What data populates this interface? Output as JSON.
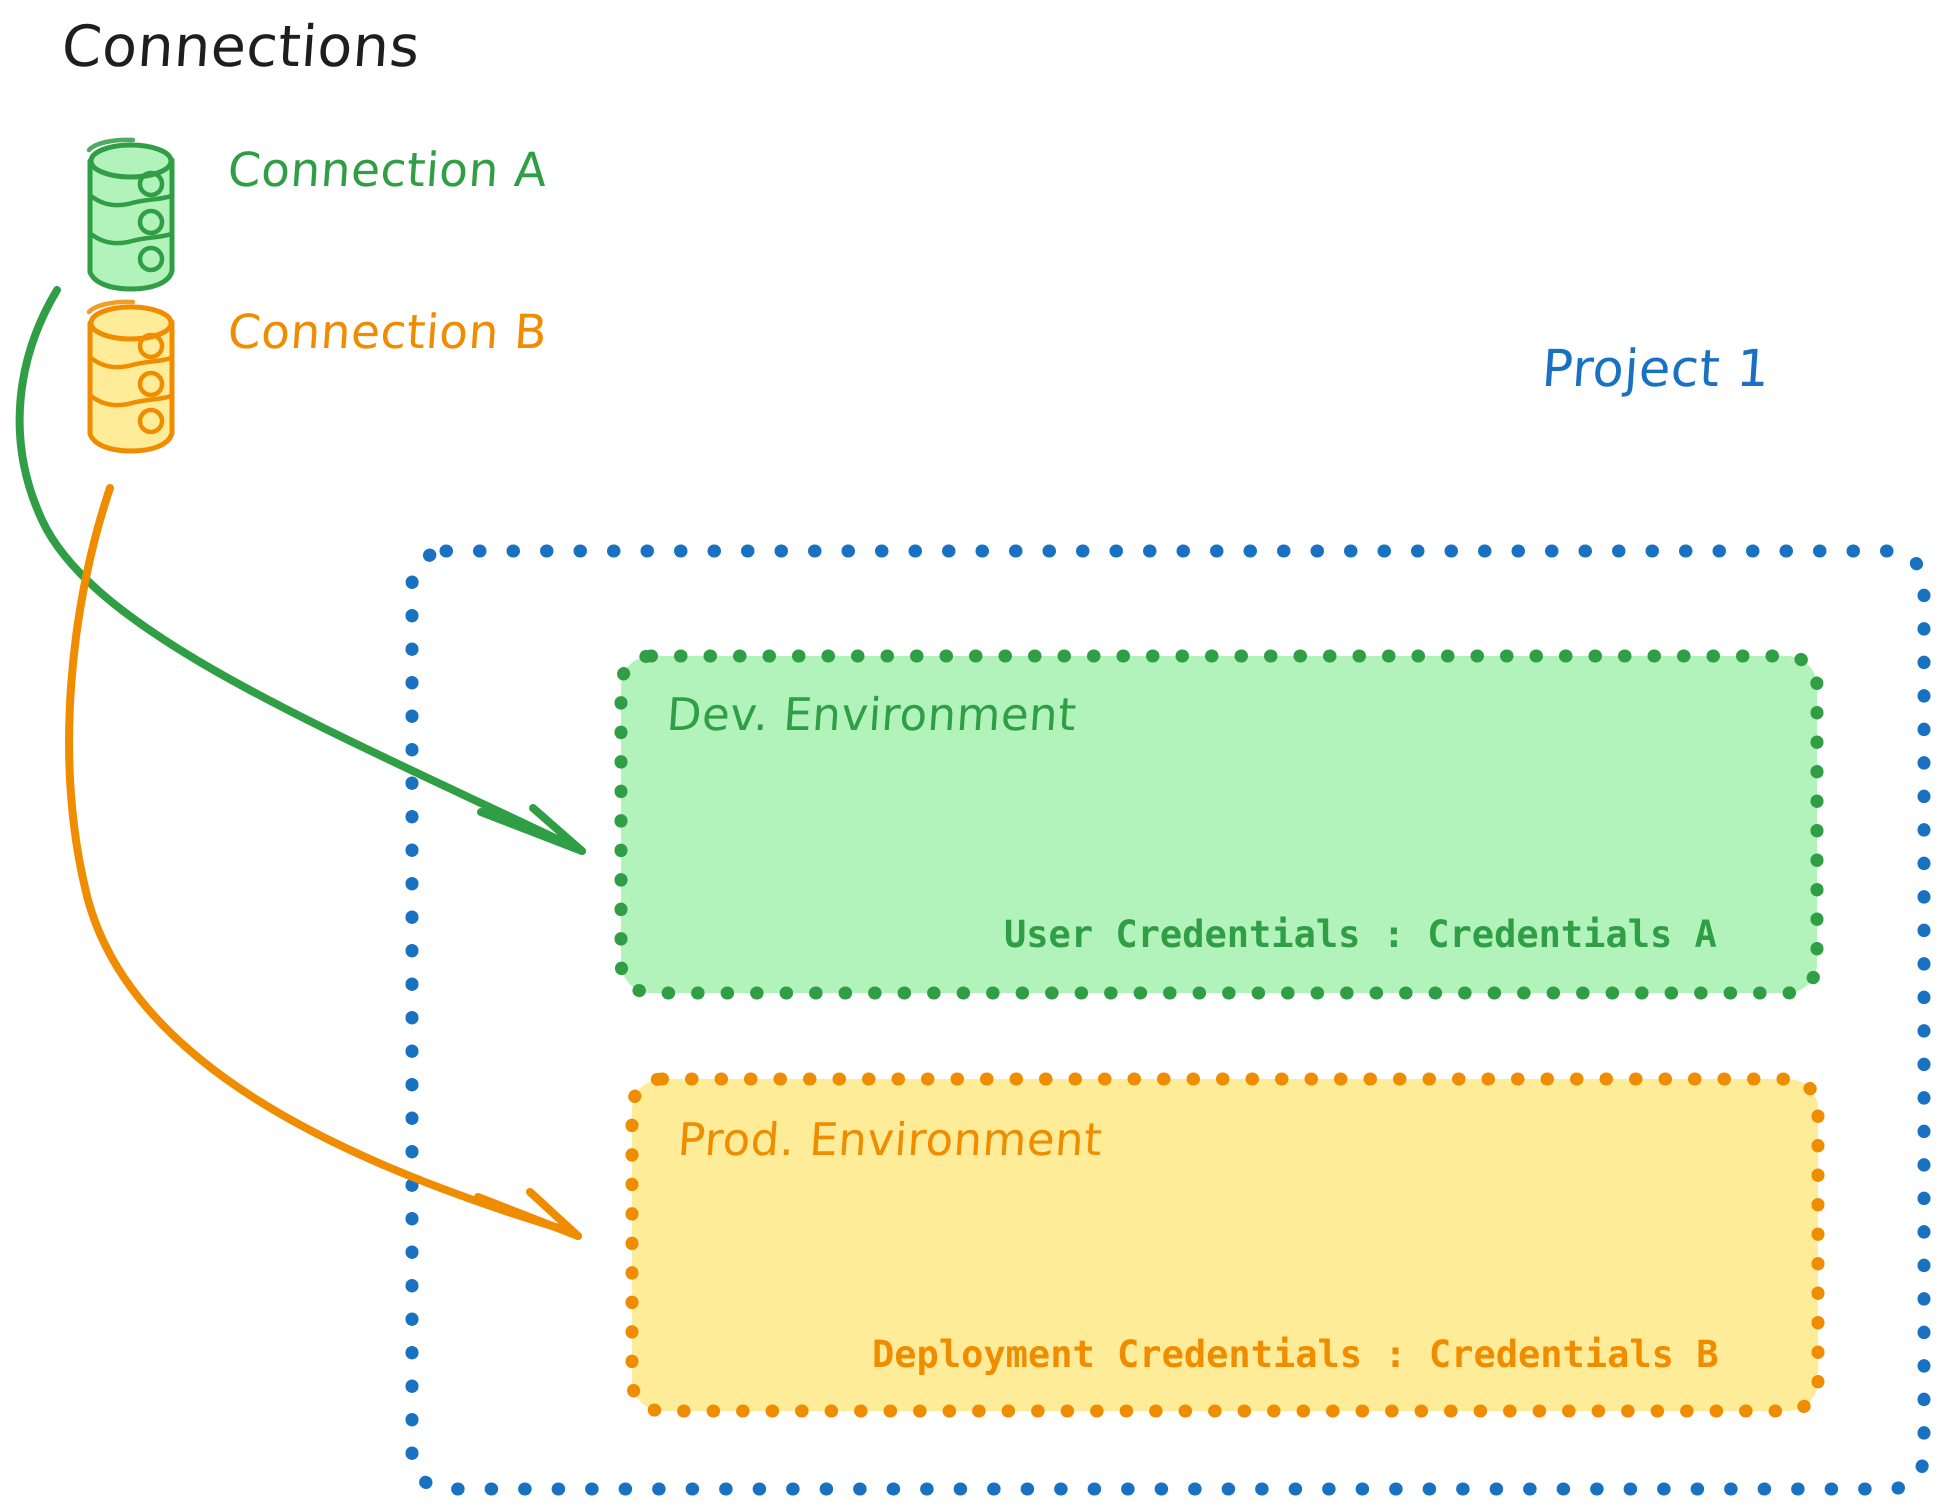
{
  "diagram": {
    "title": "Connections",
    "colors": {
      "green_stroke": "#2f9e44",
      "green_fill": "#b2f2bb",
      "orange_stroke": "#f08c00",
      "orange_fill": "#ffec99",
      "blue_stroke": "#1971c2",
      "text_dark": "#1e1e1e",
      "background": "#ffffff"
    },
    "connections": [
      {
        "id": "connection-a",
        "label": "Connection A",
        "icon": "database-cylinder-icon",
        "color": "#2f9e44",
        "target": "dev-environment"
      },
      {
        "id": "connection-b",
        "label": "Connection B",
        "icon": "database-cylinder-icon",
        "color": "#f08c00",
        "target": "prod-environment"
      }
    ],
    "project": {
      "label": "Project 1",
      "color": "#1971c2",
      "border_style": "dotted",
      "environments": [
        {
          "id": "dev-environment",
          "title": "Dev. Environment",
          "credentials_line": "User Credentials : Credentials A",
          "credential_key": "User Credentials",
          "credential_value": "Credentials A",
          "color": "#2f9e44",
          "fill": "#b2f2bb",
          "border_style": "dotted"
        },
        {
          "id": "prod-environment",
          "title": "Prod. Environment",
          "credentials_line": "Deployment Credentials : Credentials B",
          "credential_key": "Deployment Credentials",
          "credential_value": "Credentials B",
          "color": "#f08c00",
          "fill": "#ffec99",
          "border_style": "dotted"
        }
      ]
    },
    "arrows": [
      {
        "id": "arrow-connection-a-to-dev",
        "from": "connection-a",
        "to": "dev-environment",
        "color": "#2f9e44"
      },
      {
        "id": "arrow-connection-b-to-prod",
        "from": "connection-b",
        "to": "prod-environment",
        "color": "#f08c00"
      }
    ]
  }
}
